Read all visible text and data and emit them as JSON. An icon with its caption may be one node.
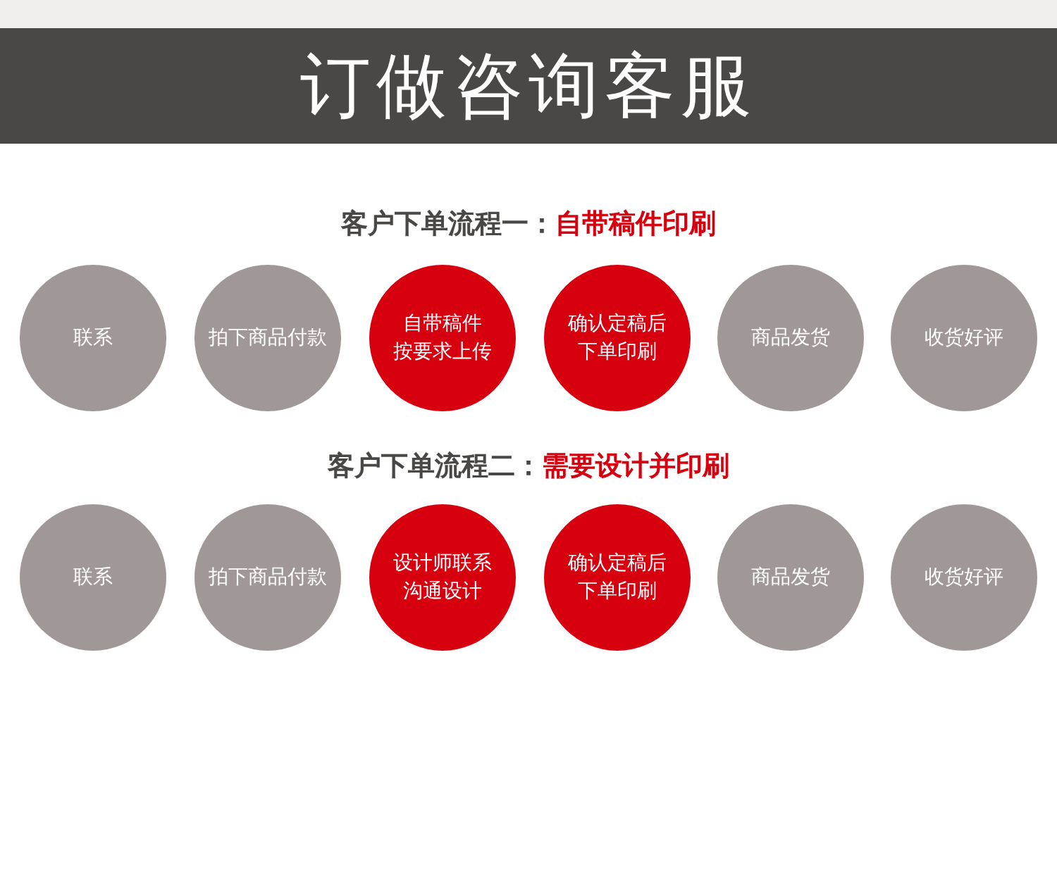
{
  "diagram": {
    "title": "订做咨询客服",
    "nodes": [
      {
        "text": [
          "联系"
        ]
      },
      {
        "text": [
          "拍下商品付款"
        ]
      },
      {
        "text": [
          "自带稿件按要求上传"
        ]
      },
      {
        "text": [
          "确认定稿后下单印刷"
        ]
      },
      {
        "text": [
          "商品发货"
        ]
      },
      {
        "text": [
          "收货好评"
        ]
      },
      {
        "text": [
          "联系"
        ]
      },
      {
        "text": [
          "拍下商品付款"
        ]
      },
      {
        "text": [
          "设计师联系沟通设计"
        ]
      },
      {
        "text": [
          "确认定稿后下单印刷"
        ]
      },
      {
        "text": [
          "商品发货"
        ]
      },
      {
        "text": [
          "收货好评"
        ]
      }
    ],
    "labels": [
      "客户下单流程一：",
      "自带稿件印刷",
      "客户下单流程二：",
      "需要设计并印刷"
    ]
  }
}
